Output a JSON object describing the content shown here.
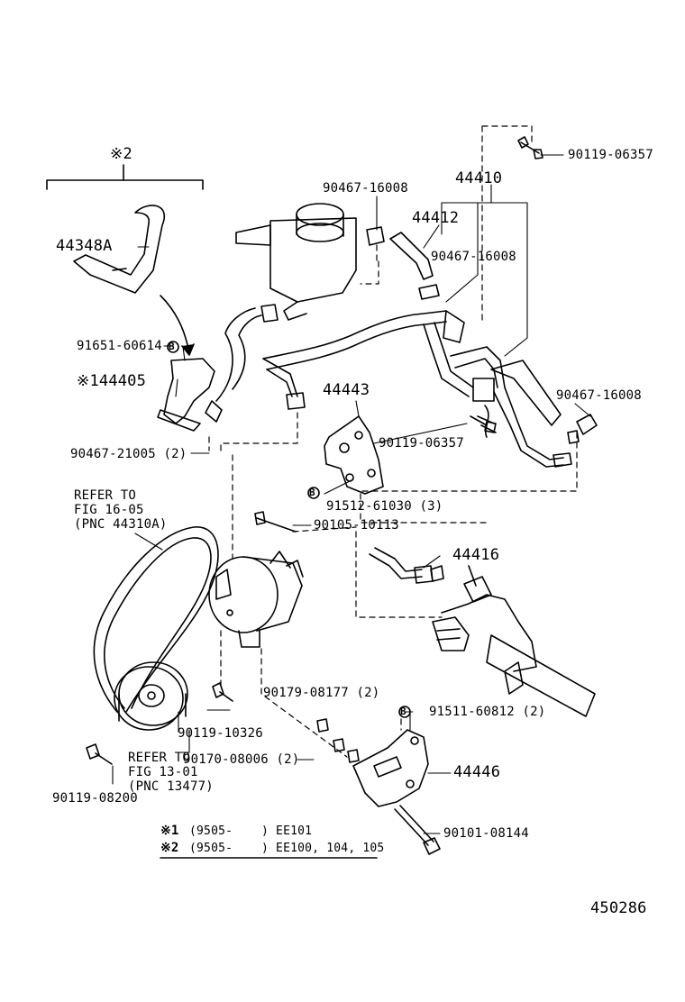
{
  "diagram": {
    "group_mark": "※2",
    "figure_number": "450286",
    "part_labels": {
      "p90119_06357_top": "90119-06357",
      "p44410": "44410",
      "p90467_16008_a": "90467-16008",
      "p44412": "44412",
      "p90467_16008_b": "90467-16008",
      "p44348a": "44348A",
      "p91651_60614": "91651-60614",
      "p44405": "※144405",
      "p90467_21005": "90467-21005 (2)",
      "p44443": "44443",
      "p90119_06357_mid": "90119-06357",
      "p90467_16008_c": "90467-16008",
      "p91512_61030": "91512-61030 (3)",
      "p90105_10113": "90105-10113",
      "p44416": "44416",
      "p90179_08177": "90179-08177 (2)",
      "p91511_60812": "91511-60812 (2)",
      "p90170_08006": "90170-08006 (2)",
      "p44446": "44446",
      "p90119_10326": "90119-10326",
      "p90101_08144": "90101-08144",
      "p90119_08200": "90119-08200"
    },
    "refer_a": [
      "REFER TO",
      "FIG 16-05",
      "(PNC 44310A)"
    ],
    "refer_b": [
      "REFER TO",
      "FIG 13-01",
      "(PNC 13477)"
    ],
    "footnotes": [
      {
        "mark": "※1",
        "range": "(9505-",
        "codes": ") EE101"
      },
      {
        "mark": "※2",
        "range": "(9505-",
        "codes": ") EE100, 104, 105"
      }
    ],
    "circle_marker": "B"
  }
}
